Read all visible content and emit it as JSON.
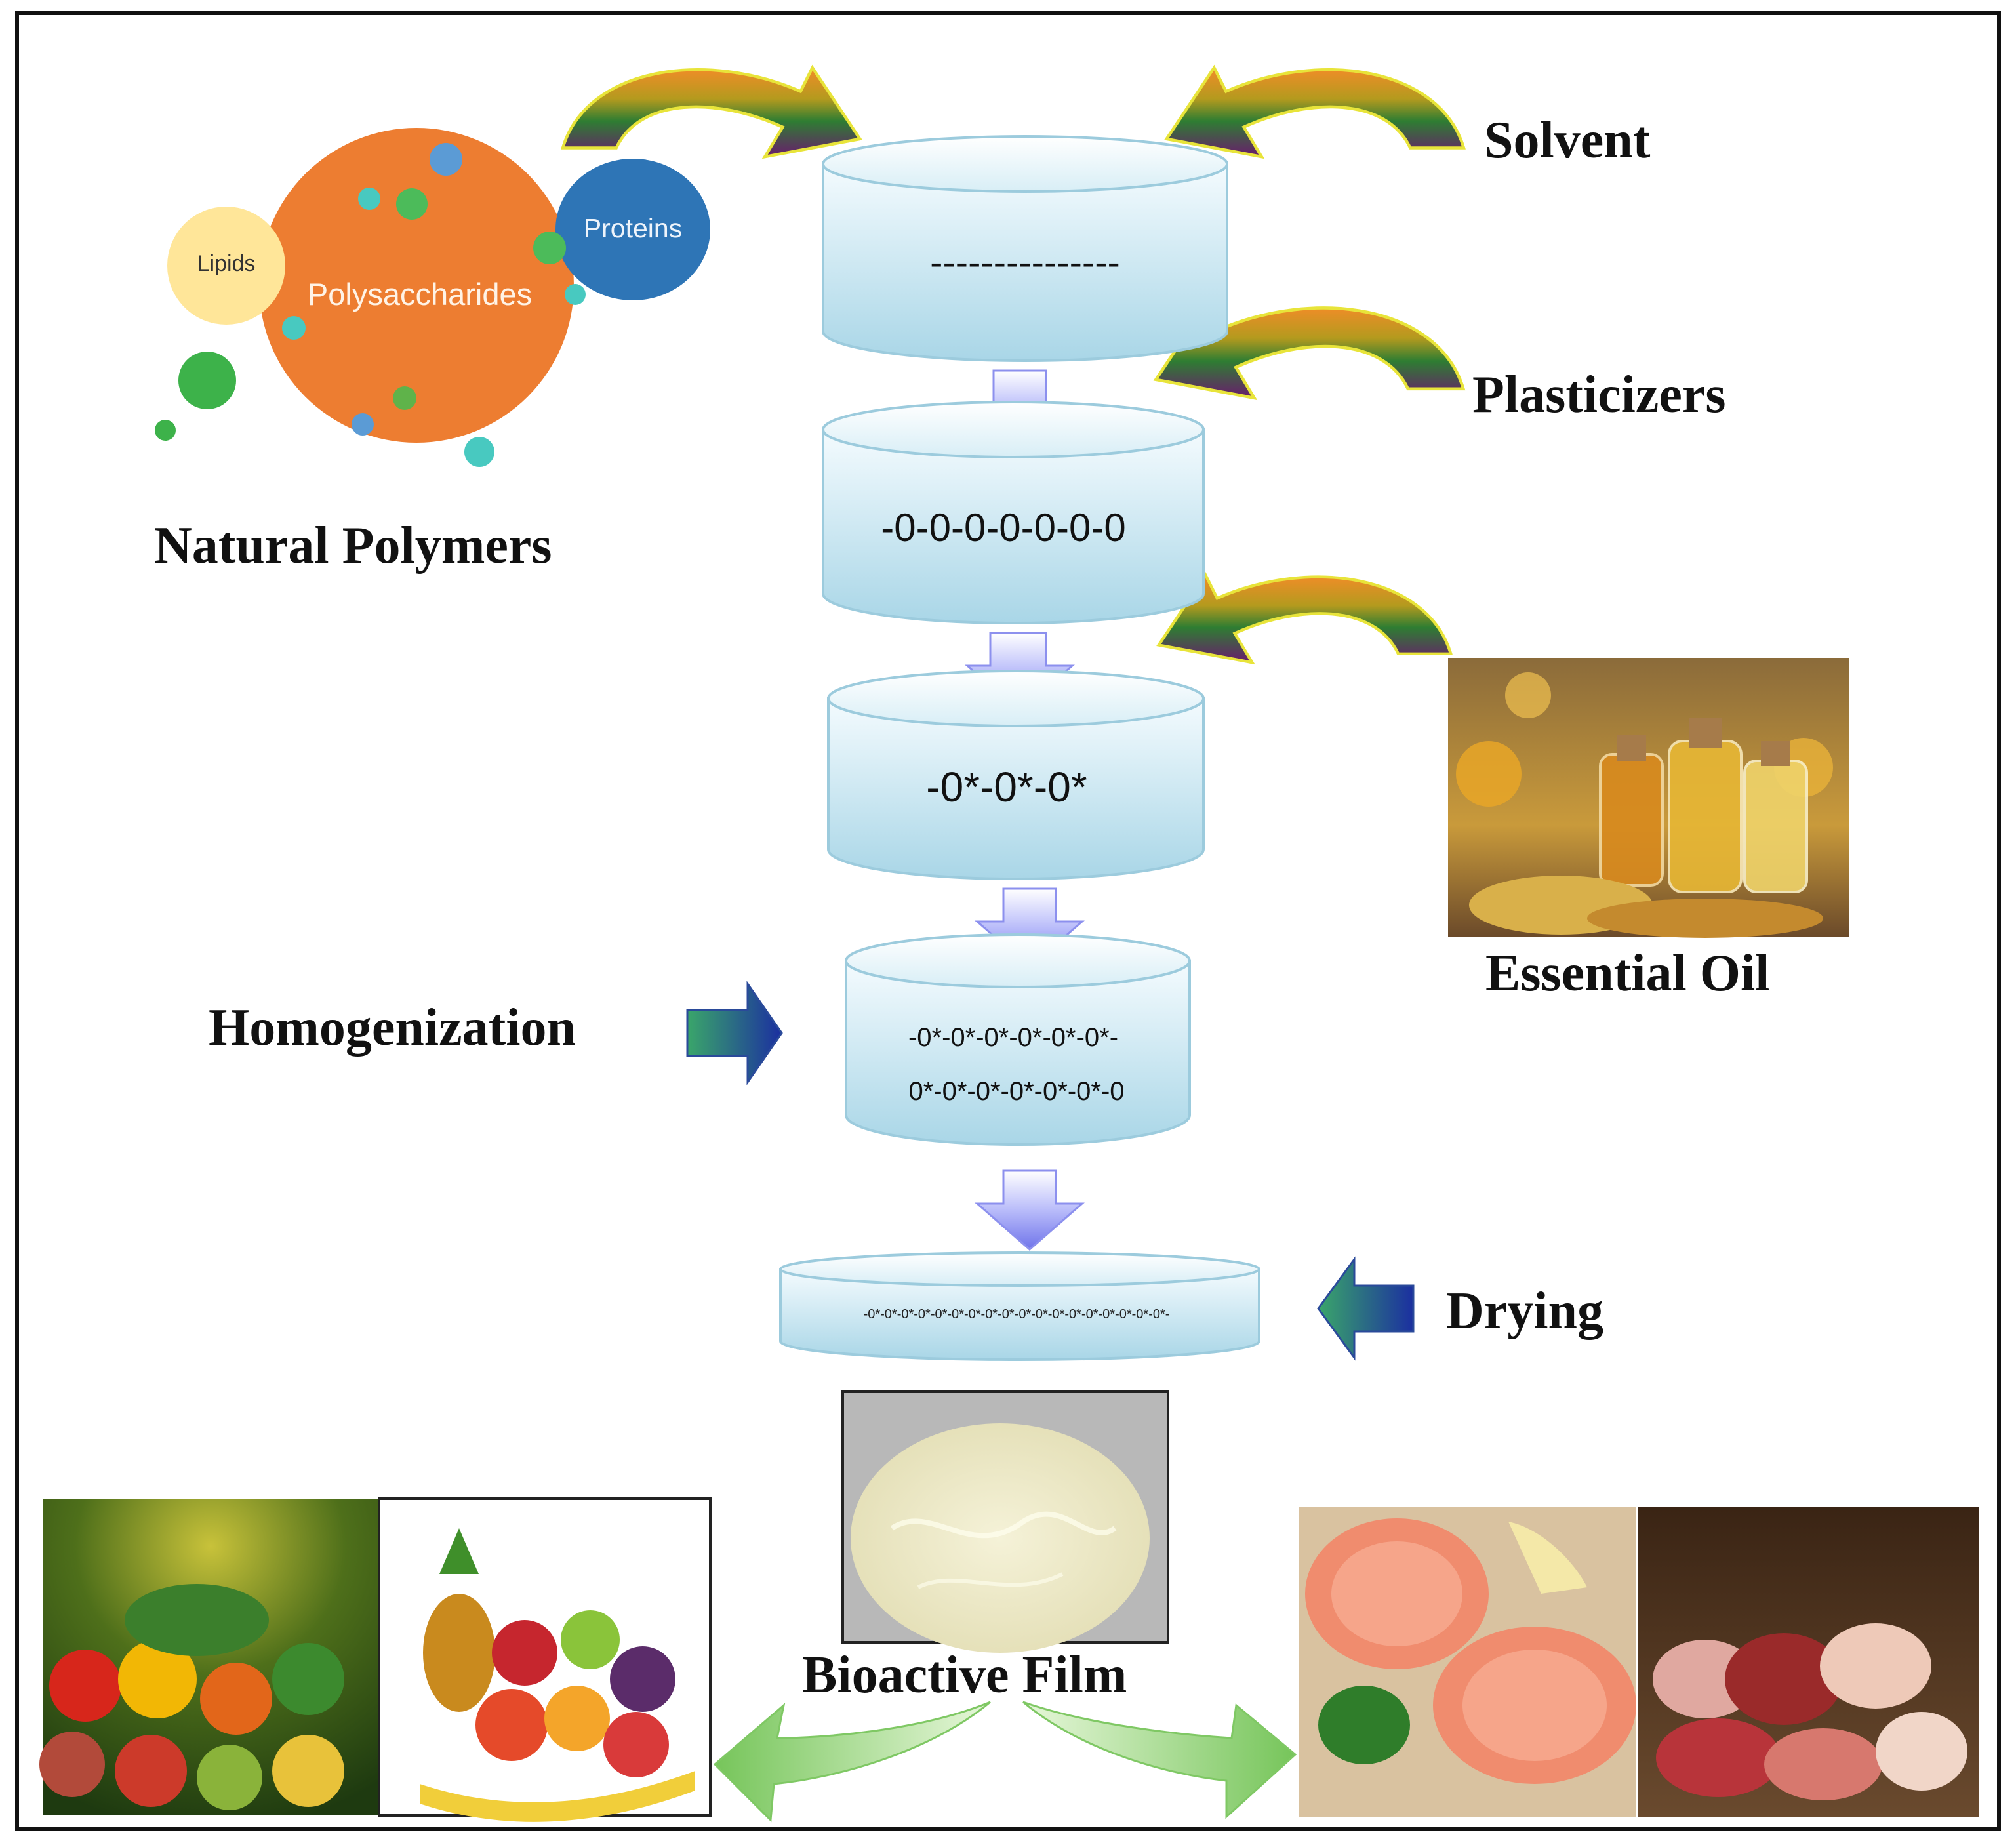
{
  "labels": {
    "solvent": "Solvent",
    "plasticizers": "Plasticizers",
    "essential_oil": "Essential Oil",
    "natural_polymers": "Natural Polymers",
    "homogenization": "Homogenization",
    "drying": "Drying",
    "bioactive_film": "Bioactive Film"
  },
  "polymers": {
    "lipids": "Lipids",
    "polysaccharides": "Polysaccharides",
    "proteins": "Proteins"
  },
  "containers": {
    "c1": "---------------",
    "c2": "-0-0-0-0-0-0-0",
    "c3": "-0*-0*-0*",
    "c4_line1": "-0*-0*-0*-0*-0*-0*-",
    "c4_line2": "0*-0*-0*-0*-0*-0*-0",
    "dish": "-0*-0*-0*-0*-0*-0*-0*-0*-0*-0*-0*-0*-0*-0*-0*-0*-0*-0*-"
  },
  "colors": {
    "polysaccharides": "#ED7D31",
    "proteins": "#2E75B6",
    "lipids": "#FFE699",
    "container_top": "#EAF6FB",
    "container_bottom": "#A9D6E7",
    "down_arrow": "#8A8EF0",
    "homog_arrow": "#1F4E9C",
    "green_arrow": "#8CD26A"
  },
  "icons": {
    "curved_arrow": "curved-arrow-icon",
    "down_arrow": "down-arrow-icon",
    "right_arrow": "right-arrow-icon",
    "left_arrow": "left-arrow-icon"
  }
}
